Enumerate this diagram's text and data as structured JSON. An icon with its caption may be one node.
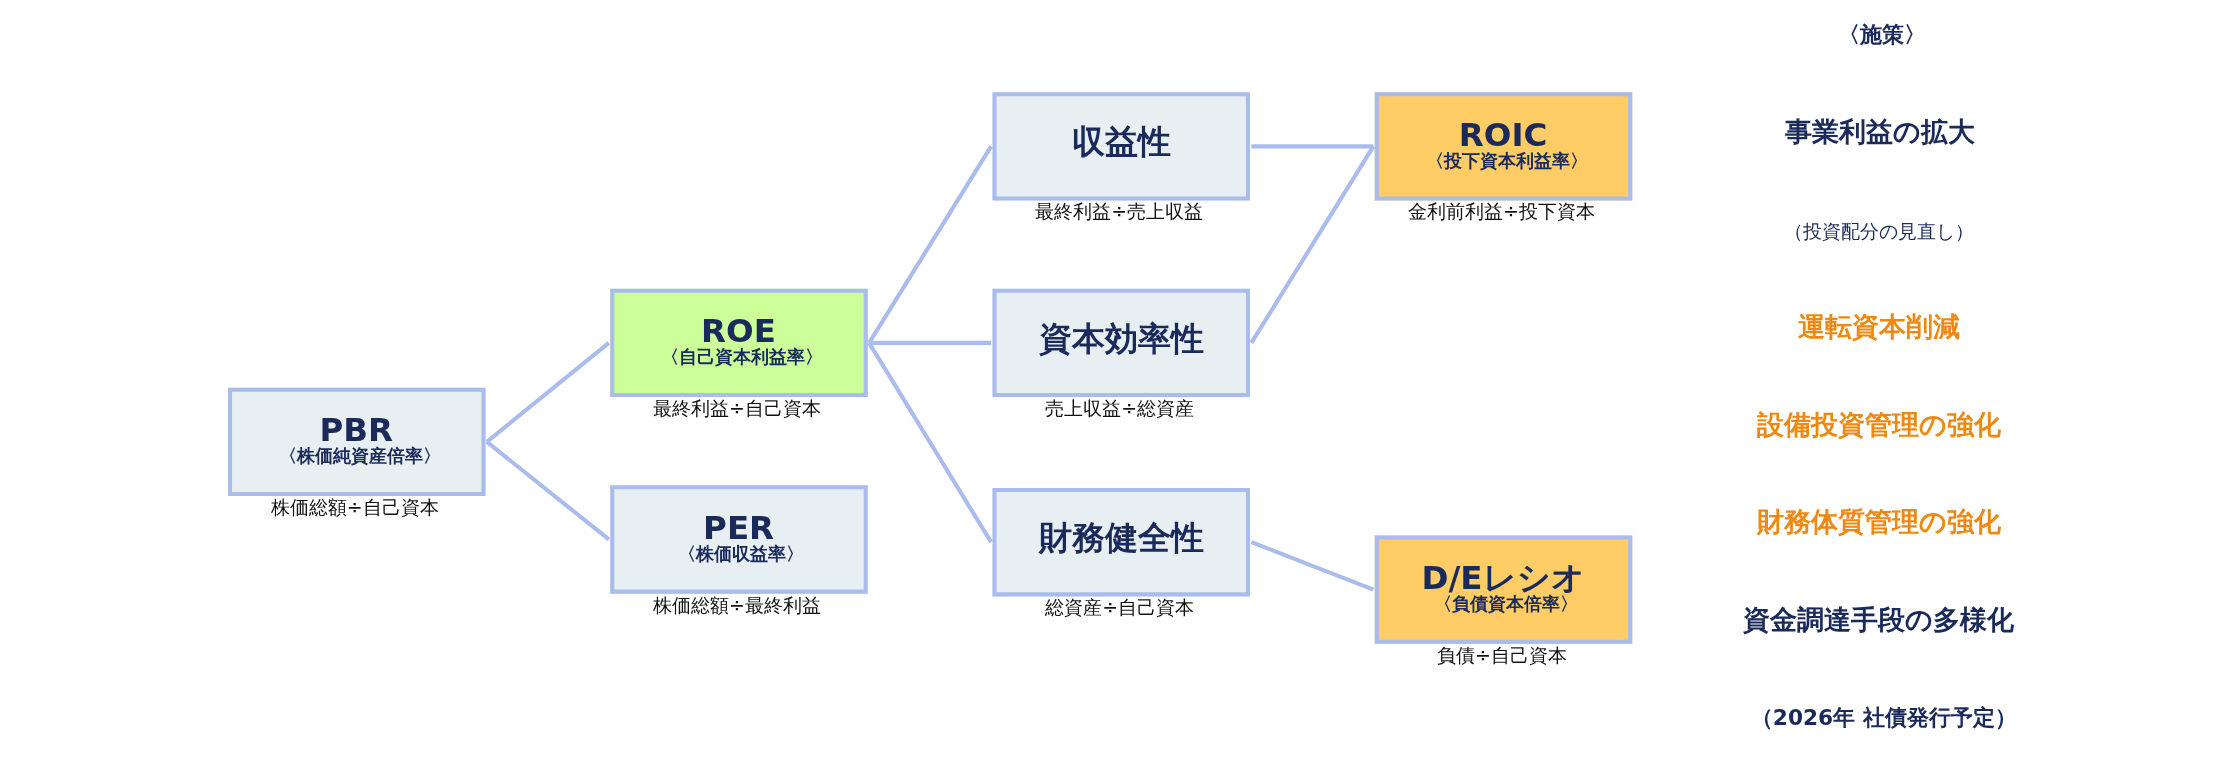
{
  "diagram": {
    "nodes": [
      {
        "text": [
          "PBR",
          "〈株価純資産倍率〉"
        ],
        "beside": [
          "株価総額÷自己資本"
        ]
      },
      {
        "text": [
          "ROE",
          "〈自己資本利益率〉"
        ],
        "beside": [
          "最終利益÷自己資本"
        ]
      },
      {
        "text": [
          "収益性"
        ],
        "beside": [
          "最終利益÷売上収益"
        ]
      },
      {
        "text": [
          "ROIC",
          "〈投下資本利益率〉"
        ],
        "beside": [
          "金利前利益÷投下資本"
        ]
      },
      {
        "text": [
          "資本効率性"
        ],
        "beside": [
          "売上収益÷総資産"
        ]
      },
      {
        "text": [
          "PER",
          "〈株価収益率〉"
        ],
        "beside": [
          "株価総額÷最終利益"
        ]
      },
      {
        "text": [
          "財務健全性"
        ],
        "beside": [
          "総資産÷自己資本"
        ]
      },
      {
        "text": [
          "D/Eレシオ",
          "〈負債資本倍率〉"
        ],
        "beside": [
          "負債÷自己資本"
        ]
      }
    ],
    "edges": [
      {
        "from": 0,
        "to": 1,
        "arrow": "none"
      },
      {
        "from": 0,
        "to": 5,
        "arrow": "none"
      },
      {
        "from": 1,
        "to": 2,
        "arrow": "none"
      },
      {
        "from": 1,
        "to": 4,
        "arrow": "none"
      },
      {
        "from": 1,
        "to": 6,
        "arrow": "none"
      },
      {
        "from": 2,
        "to": 3,
        "arrow": "none"
      },
      {
        "from": 4,
        "to": 3,
        "arrow": "none"
      },
      {
        "from": 6,
        "to": 7,
        "arrow": "none"
      }
    ],
    "labels": [
      "〈施策〉",
      "事業利益の拡大",
      "（投資配分の見直し）",
      "運転資本削減",
      "設備投資管理の強化",
      "財務体質管理の強化",
      "資金調達手段の多様化",
      "（2026年 社債発行予定）"
    ]
  }
}
